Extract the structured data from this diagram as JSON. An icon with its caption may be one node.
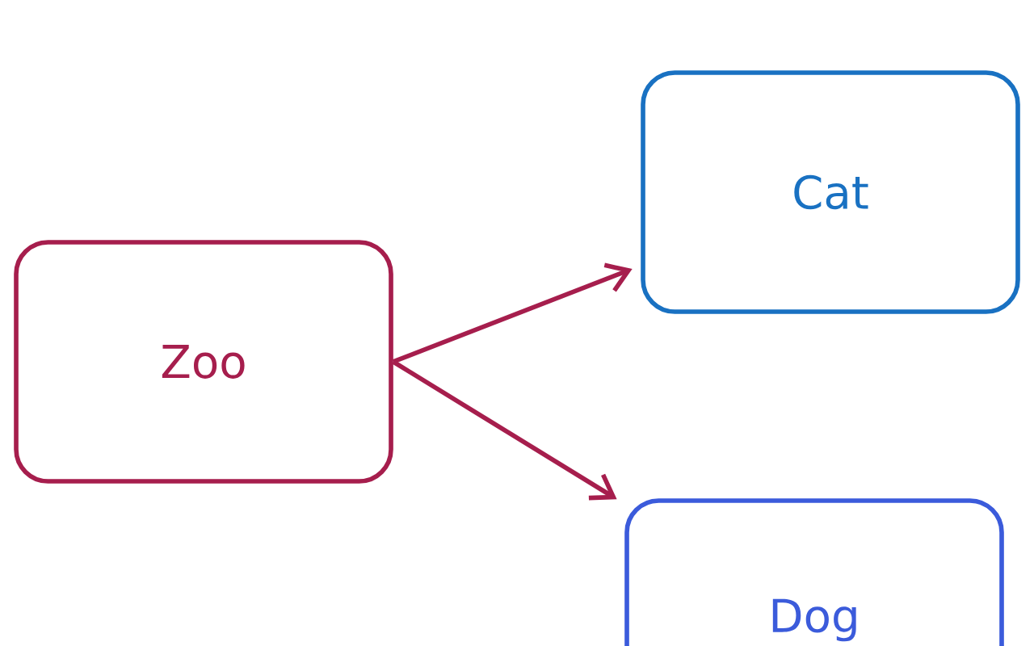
{
  "diagram": {
    "nodes": [
      {
        "text": [
          "Zoo"
        ]
      },
      {
        "text": [
          "Cat"
        ]
      },
      {
        "text": [
          "Dog"
        ]
      }
    ],
    "edges": [
      {
        "from": 0,
        "to": 1,
        "arrow": "to"
      },
      {
        "from": 0,
        "to": 2,
        "arrow": "to"
      }
    ]
  }
}
